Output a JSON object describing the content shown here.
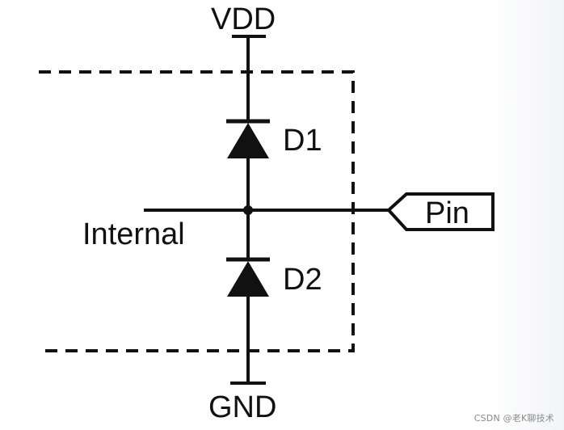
{
  "labels": {
    "supply": "VDD",
    "ground": "GND",
    "upper_diode": "D1",
    "lower_diode": "D2",
    "internal_node": "Internal",
    "pin": "Pin"
  },
  "watermark": "CSDN @老K聊技术",
  "colors": {
    "ink": "#111111",
    "background": "#ffffff"
  }
}
